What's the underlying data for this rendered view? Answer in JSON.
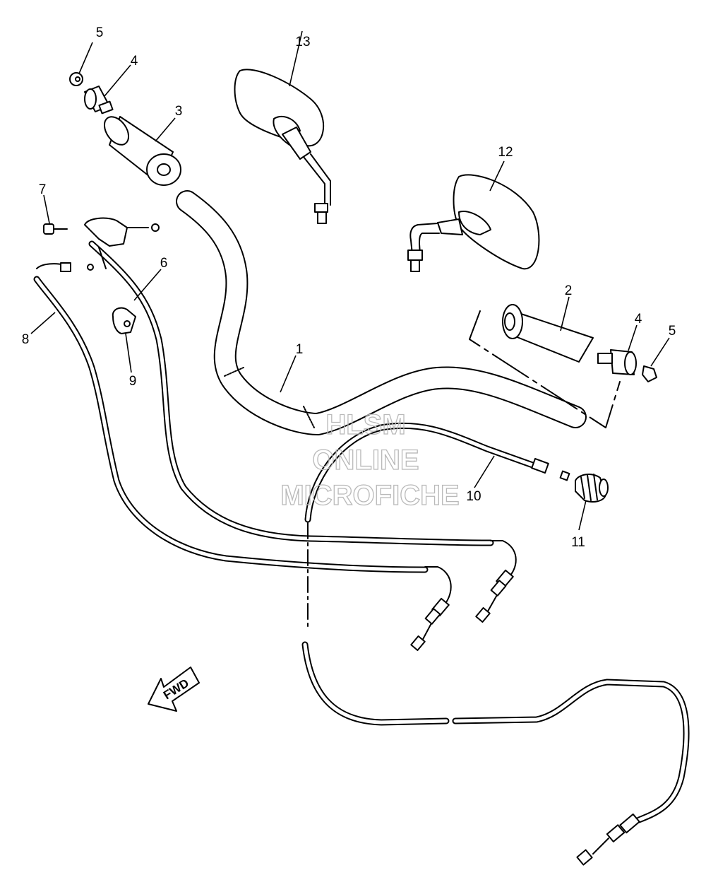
{
  "callouts": {
    "c1": "1",
    "c2": "2",
    "c3": "3",
    "c4a": "4",
    "c4b": "4",
    "c5a": "5",
    "c5b": "5",
    "c6": "6",
    "c7": "7",
    "c8": "8",
    "c9": "9",
    "c10": "10",
    "c11": "11",
    "c12": "12",
    "c13": "13"
  },
  "watermark": {
    "line1": "HLSM",
    "line2": "ONLINE",
    "line3": "MICROFICHE"
  },
  "direction_arrow": {
    "label": "FWD"
  }
}
